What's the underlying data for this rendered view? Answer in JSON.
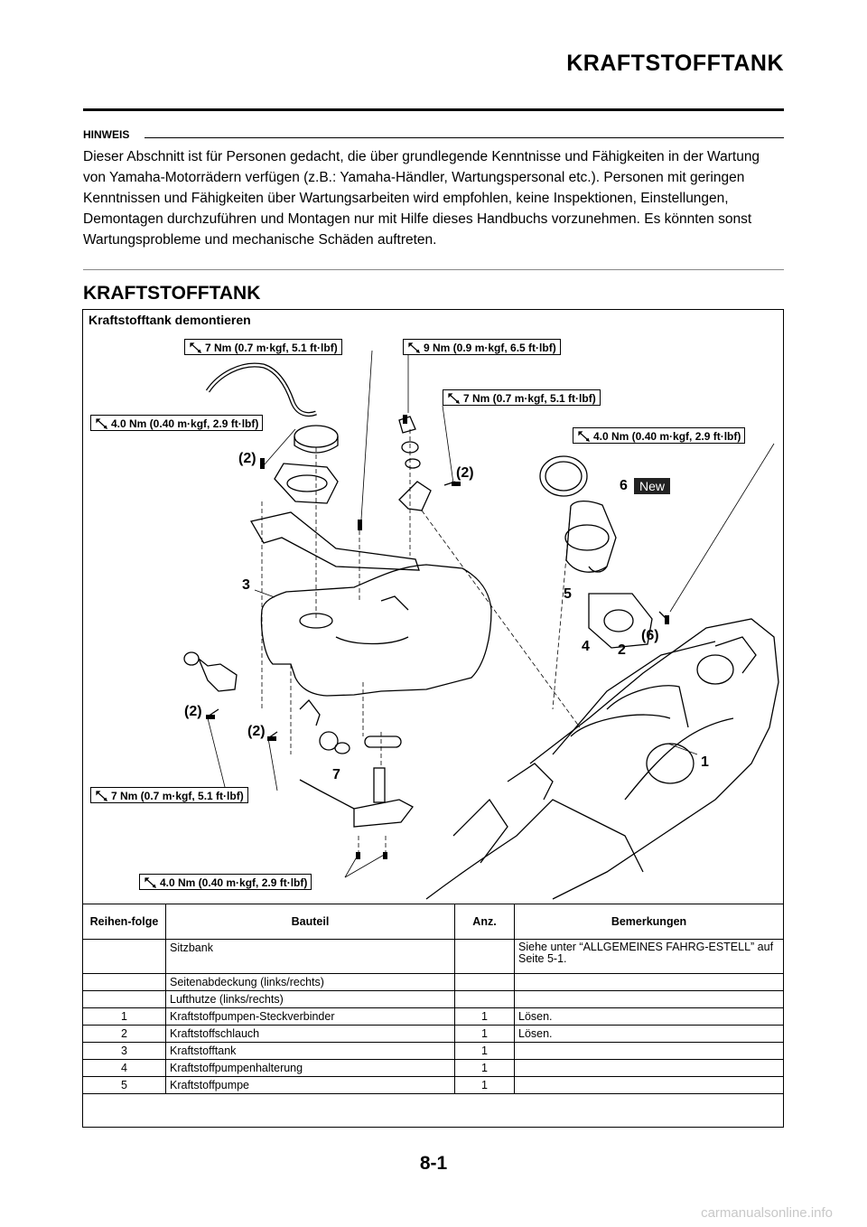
{
  "header": {
    "title": "KRAFTSTOFFTANK"
  },
  "hinweis": {
    "label": "HINWEIS",
    "text": "Dieser Abschnitt ist für Personen gedacht, die über grundlegende Kenntnisse und Fähigkeiten in der Wartung von Yamaha-Motorrädern verfügen (z.B.: Yamaha-Händler, Wartungspersonal etc.). Personen mit geringen Kenntnissen und Fähigkeiten über Wartungsarbeiten wird empfohlen, keine Inspektionen, Einstellungen, Demontagen durchzuführen und Montagen nur mit Hilfe dieses Handbuchs vorzunehmen. Es könnten sonst Wartungsprobleme und mechanische Schäden auftreten."
  },
  "section": {
    "title": "KRAFTSTOFFTANK"
  },
  "diagram": {
    "title": "Kraftstofftank demontieren",
    "torques": [
      "7 Nm (0.7 m·kgf, 5.1 ft·lbf)",
      "9 Nm (0.9 m·kgf, 6.5 ft·lbf)",
      "7 Nm (0.7 m·kgf, 5.1 ft·lbf)",
      "4.0 Nm (0.40 m·kgf, 2.9 ft·lbf)",
      "4.0 Nm (0.40 m·kgf, 2.9 ft·lbf)",
      "7 Nm (0.7 m·kgf, 5.1 ft·lbf)",
      "4.0 Nm (0.40 m·kgf, 2.9 ft·lbf)"
    ],
    "callouts": [
      "(2)",
      "(2)",
      "(2)",
      "(2)",
      "(6)",
      "1",
      "2",
      "3",
      "4",
      "5",
      "6",
      "7"
    ],
    "new_label": "New"
  },
  "table": {
    "headers": [
      "Reihen-folge",
      "Bauteil",
      "Anz.",
      "Bemerkungen"
    ],
    "rows": [
      [
        "",
        "Sitzbank",
        "",
        "Siehe unter “ALLGEMEINES FAHRG-ESTELL” auf Seite 5-1."
      ],
      [
        "",
        "Seitenabdeckung (links/rechts)",
        "",
        ""
      ],
      [
        "",
        "Lufthutze (links/rechts)",
        "",
        ""
      ],
      [
        "1",
        "Kraftstoffpumpen-Steckverbinder",
        "1",
        "Lösen."
      ],
      [
        "2",
        "Kraftstoffschlauch",
        "1",
        "Lösen."
      ],
      [
        "3",
        "Kraftstofftank",
        "1",
        ""
      ],
      [
        "4",
        "Kraftstoffpumpenhalterung",
        "1",
        ""
      ],
      [
        "5",
        "Kraftstoffpumpe",
        "1",
        ""
      ]
    ]
  },
  "page_number": "8-1",
  "watermark": "carmanualsonline.info"
}
